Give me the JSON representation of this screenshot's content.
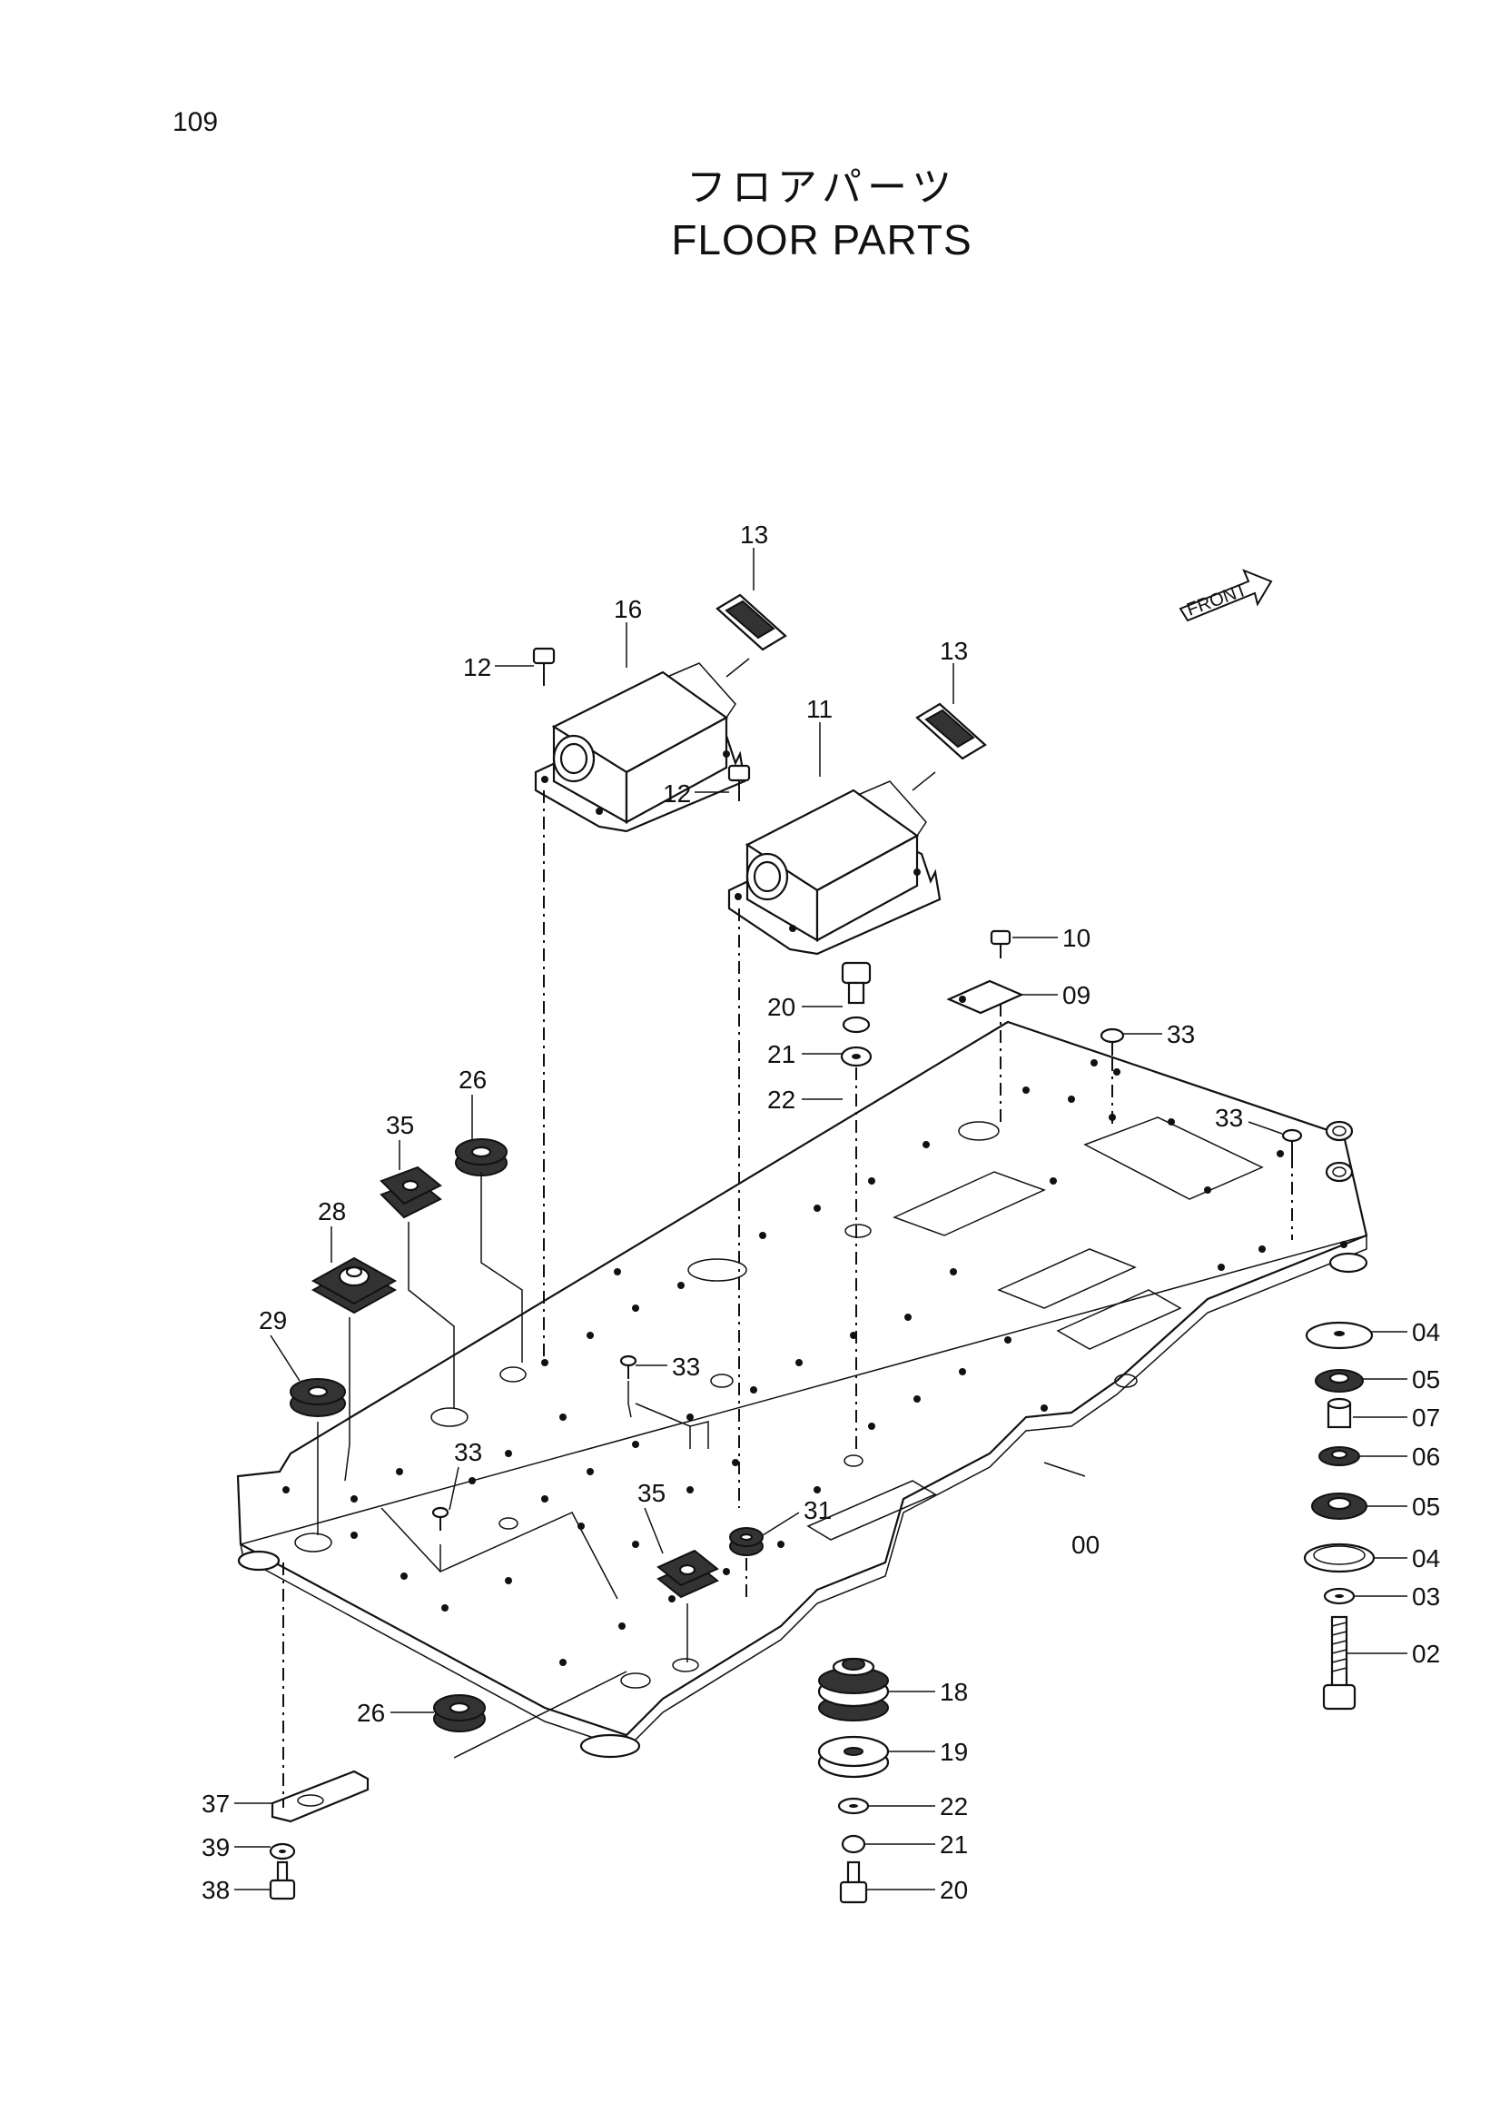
{
  "page_number": "109",
  "title_ja": "フロアパーツ",
  "title_en": "FLOOR PARTS",
  "front_marker": "FRONT",
  "callouts": [
    {
      "id": "c13a",
      "text": "13"
    },
    {
      "id": "c16",
      "text": "16"
    },
    {
      "id": "c12a",
      "text": "12"
    },
    {
      "id": "c13b",
      "text": "13"
    },
    {
      "id": "c11",
      "text": "11"
    },
    {
      "id": "c12b",
      "text": "12"
    },
    {
      "id": "c10",
      "text": "10"
    },
    {
      "id": "c09",
      "text": "09"
    },
    {
      "id": "c20a",
      "text": "20"
    },
    {
      "id": "c21a",
      "text": "21"
    },
    {
      "id": "c22a",
      "text": "22"
    },
    {
      "id": "c33a",
      "text": "33"
    },
    {
      "id": "c33b",
      "text": "33"
    },
    {
      "id": "c26a",
      "text": "26"
    },
    {
      "id": "c35a",
      "text": "35"
    },
    {
      "id": "c28",
      "text": "28"
    },
    {
      "id": "c29",
      "text": "29"
    },
    {
      "id": "c33c",
      "text": "33"
    },
    {
      "id": "c33d",
      "text": "33"
    },
    {
      "id": "c35b",
      "text": "35"
    },
    {
      "id": "c31",
      "text": "31"
    },
    {
      "id": "c00",
      "text": "00"
    },
    {
      "id": "c04a",
      "text": "04"
    },
    {
      "id": "c05a",
      "text": "05"
    },
    {
      "id": "c07",
      "text": "07"
    },
    {
      "id": "c06",
      "text": "06"
    },
    {
      "id": "c05b",
      "text": "05"
    },
    {
      "id": "c04b",
      "text": "04"
    },
    {
      "id": "c03",
      "text": "03"
    },
    {
      "id": "c02",
      "text": "02"
    },
    {
      "id": "c18",
      "text": "18"
    },
    {
      "id": "c19",
      "text": "19"
    },
    {
      "id": "c22b",
      "text": "22"
    },
    {
      "id": "c21b",
      "text": "21"
    },
    {
      "id": "c20b",
      "text": "20"
    },
    {
      "id": "c26b",
      "text": "26"
    },
    {
      "id": "c37",
      "text": "37"
    },
    {
      "id": "c39",
      "text": "39"
    },
    {
      "id": "c38",
      "text": "38"
    }
  ]
}
